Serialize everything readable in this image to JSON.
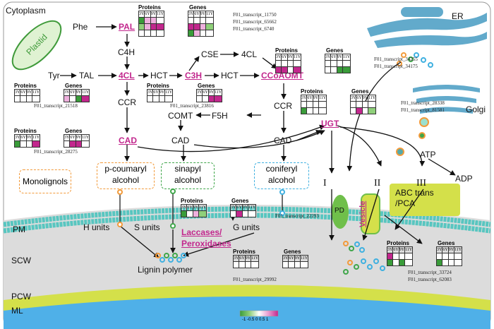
{
  "compartments": {
    "cytoplasm": "Cytoplasm",
    "plastid": "Plastid",
    "er": "ER",
    "golgi": "Golgi",
    "pm": "PM",
    "scw": "SCW",
    "pcw": "PCW",
    "ml": "ML"
  },
  "metabolites": {
    "phe": "Phe",
    "c4h": "C4H",
    "tyr": "Tyr",
    "tal": "TAL",
    "hct1": "HCT",
    "hct2": "HCT",
    "cse": "CSE",
    "cl4b": "4CL",
    "ccr1": "CCR",
    "ccr2": "CCR",
    "comt": "COMT",
    "f5h": "F5H",
    "cad2": "CAD",
    "cad3": "CAD",
    "atp": "ATP",
    "adp": "ADP"
  },
  "enzymes": {
    "pal": "PAL",
    "cl4": "4CL",
    "c3h": "C3H",
    "ccoaomt": "CCoAOMT",
    "cad": "CAD",
    "ugt": "UGT",
    "laccases": "Laccases/",
    "peroxidases": "Peroxidases"
  },
  "monolignols": {
    "title": "Monolignols",
    "pcoumaryl": "p-coumaryl\nalcohol",
    "sinapyl": "sinapyl\nalcohol",
    "coniferyl": "coniferyl\nalcohol"
  },
  "units": {
    "h": "H units",
    "s": "S units",
    "g": "G units"
  },
  "lignin": "Lignin polymer",
  "transport": {
    "i": "I",
    "ii": "II",
    "iii": "III",
    "pd": "PD",
    "vesicle": "Vesicle",
    "abc": "ABC trans\n/PCA"
  },
  "heatmap_headers": {
    "proteins": "Proteins",
    "genes": "Genes",
    "cols": [
      "3Y",
      "6Y",
      "9Y",
      "11Y"
    ]
  },
  "transcripts": {
    "pal": [
      "F01_transcript_11750",
      "F01_transcript_65662",
      "F01_transcript_6740"
    ],
    "cl4": [
      "F01_transcript_21518"
    ],
    "c3h": [
      "F01_transcript_23816"
    ],
    "cad": [
      "F01_transcript_28275"
    ],
    "ccoaomt": [
      "F01_transcript_34255",
      "F01_transcript_34175"
    ],
    "ugt": [
      "F01_transcript_28338",
      "F01_transcript_81581"
    ],
    "lac": [
      "F01_transcript_22293"
    ],
    "perox": [
      "F01_transcript_29992"
    ],
    "abc": [
      "F01_transcript_33724",
      "F01_transcript_62083"
    ]
  },
  "legend": {
    "labels": "-1 -0.5  0 0.5  1",
    "colors": [
      "#3a9c3a",
      "#8fd07a",
      "#ffffff",
      "#e79bd0",
      "#c2278d"
    ]
  },
  "colors": {
    "pink": "#c2278d",
    "green": "#3f9a3a",
    "lightgreen": "#a8dc8a",
    "lightpink": "#eeb0dd",
    "cyan": "#58c6c0",
    "yellow": "#d4e04a"
  }
}
